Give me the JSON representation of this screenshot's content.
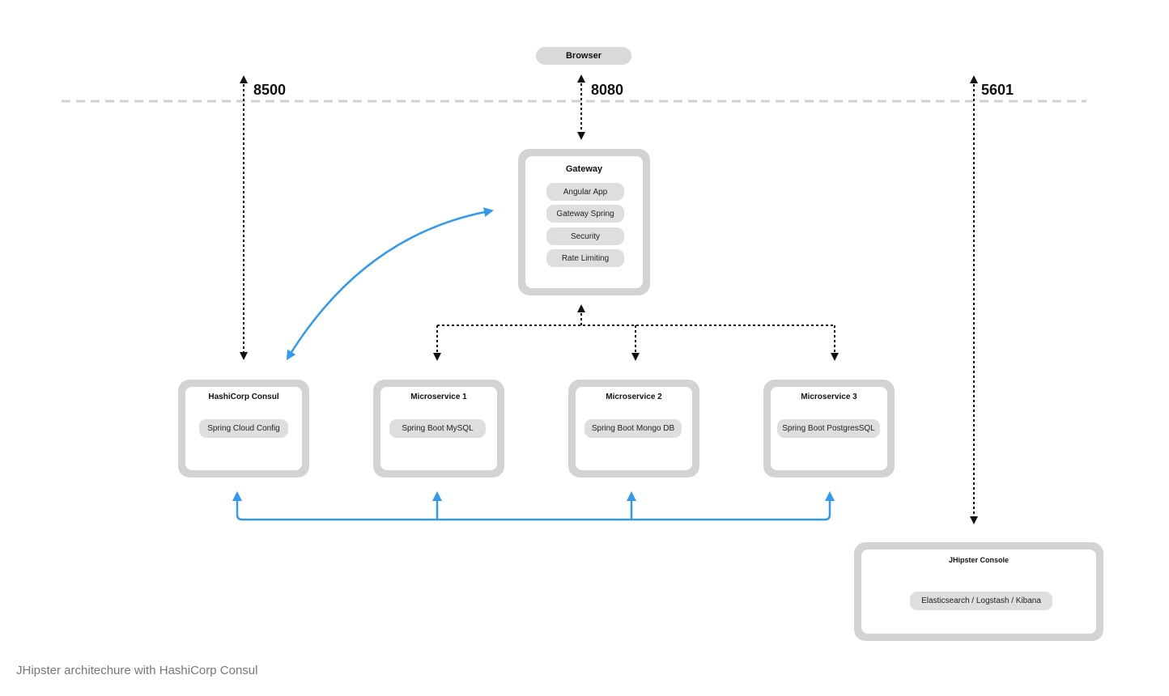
{
  "browser": {
    "label": "Browser"
  },
  "ports": {
    "consul": "8500",
    "gateway": "8080",
    "console": "5601"
  },
  "gateway": {
    "title": "Gateway",
    "items": [
      "Angular App",
      "Gateway Spring",
      "Security",
      "Rate Limiting"
    ]
  },
  "services": [
    {
      "title": "HashiCorp Consul",
      "item": "Spring Cloud Config"
    },
    {
      "title": "Microservice 1",
      "item": "Spring Boot MySQL"
    },
    {
      "title": "Microservice 2",
      "item": "Spring Boot Mongo DB"
    },
    {
      "title": "Microservice 3",
      "item": "Spring Boot PostgresSQL"
    }
  ],
  "console": {
    "title": "JHipster Console",
    "item": "Elasticsearch / Logstash / Kibana"
  },
  "caption": "JHipster architechure with HashiCorp Consul",
  "colors": {
    "accent_blue": "#3399ee",
    "box_gray": "#d3d3d3",
    "pill_gray": "#dedede",
    "dashed_line": "#d0d0d0"
  }
}
